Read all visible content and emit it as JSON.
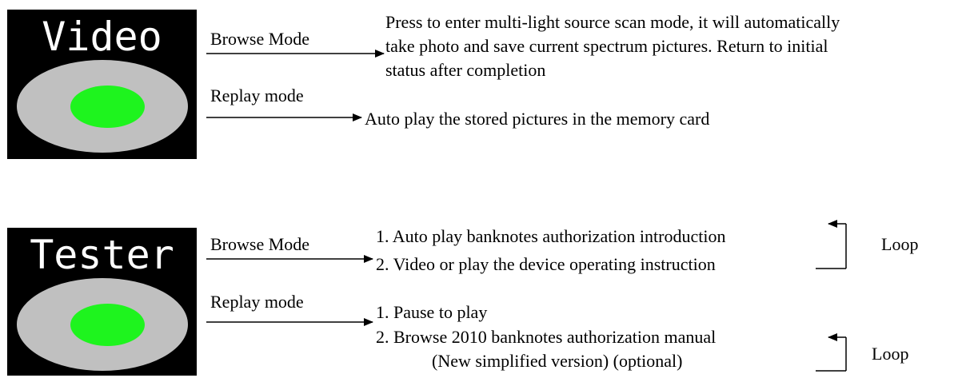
{
  "video_section": {
    "button_label": "Video",
    "browse_label": "Browse Mode",
    "replay_label": "Replay mode",
    "browse_desc": [
      "Press to enter multi-light source scan mode, it will automatically",
      "take photo and save current spectrum pictures. Return to initial",
      "status after completion"
    ],
    "replay_desc": "Auto play the stored pictures in the memory card"
  },
  "tester_section": {
    "button_label": "Tester",
    "browse_label": "Browse Mode",
    "replay_label": "Replay mode",
    "browse_items": [
      "1. Auto play banknotes authorization introduction",
      "2. Video or play the device operating instruction"
    ],
    "browse_loop": "Loop",
    "replay_items": [
      "1. Pause to play",
      "2. Browse 2010 banknotes authorization manual",
      "(New simplified version) (optional)"
    ],
    "replay_loop": "Loop"
  },
  "colors": {
    "button_bg": "#000000",
    "button_text": "#ffffff",
    "disc": "#c0c0c0",
    "indicator": "#1ef41e"
  }
}
